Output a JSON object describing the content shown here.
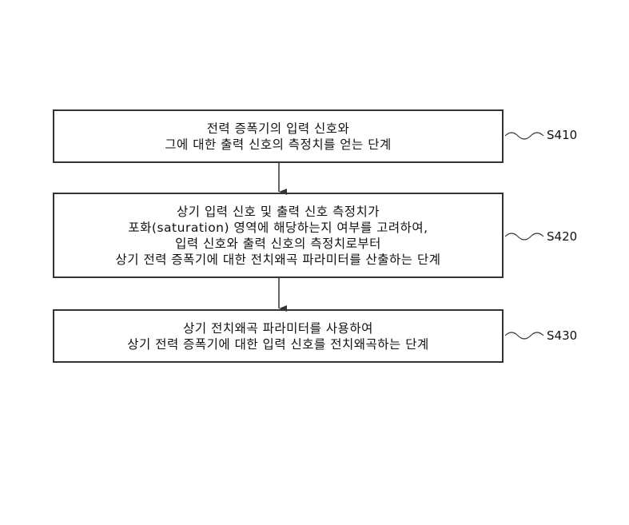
{
  "steps": [
    {
      "id": "S410",
      "lines": [
        "전력 증폭기의 입력 신호와",
        "그에 대한 출력 신호의 측정치를 얻는 단계"
      ]
    },
    {
      "id": "S420",
      "lines": [
        "상기 입력 신호 및 출력 신호 측정치가",
        "포화(saturation) 영역에 해당하는지 여부를 고려하여,",
        "입력 신호와 출력 신호의 측정치로부터",
        "상기 전력 증폭기에 대한 전치왜곡 파라미터를 산출하는 단계"
      ]
    },
    {
      "id": "S430",
      "lines": [
        "상기 전치왜곡 파라미터를 사용하여",
        "상기 전력 증폭기에 대한 입력 신호를 전치왜곡하는 단계"
      ]
    }
  ]
}
